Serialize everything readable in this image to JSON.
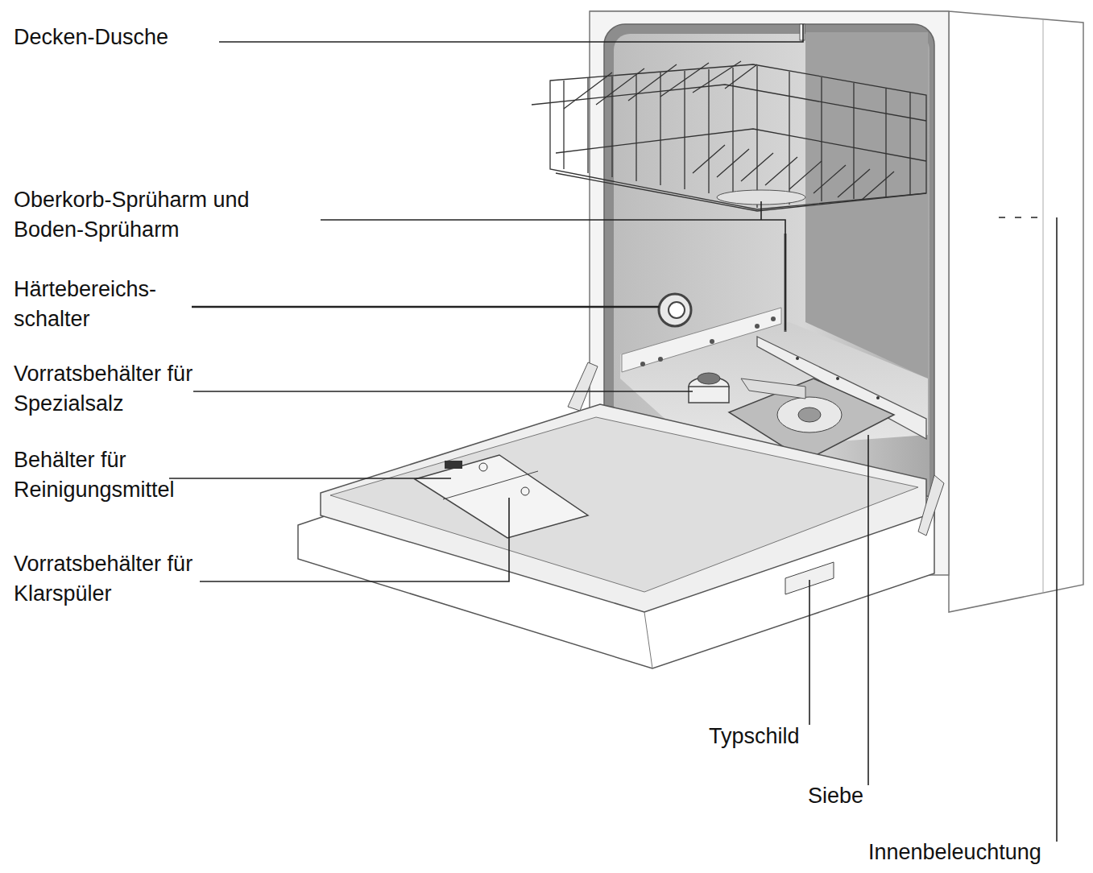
{
  "diagram": {
    "labels": [
      "Decken-Dusche",
      "Oberkorb-Sprüharm und Boden-Sprüharm",
      "Härtebereichs- schalter",
      "Vorratsbehälter für Spezialsalz",
      "Behälter für Reinigungsmittel",
      "Vorratsbehälter für Klarspüler",
      "Typschild",
      "Siebe",
      "Innenbeleuchtung"
    ]
  }
}
